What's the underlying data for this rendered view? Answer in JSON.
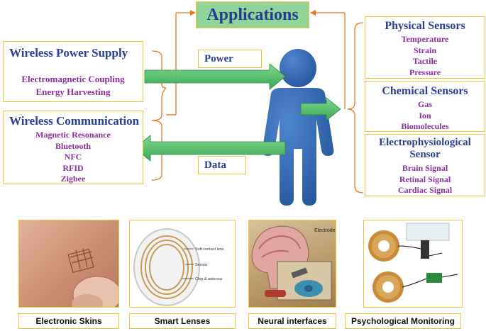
{
  "applications": "Applications",
  "wireless_power": {
    "title": "Wireless Power Supply",
    "items": [
      "Electromagnetic Coupling",
      "Energy Harvesting"
    ]
  },
  "wireless_comm": {
    "title": "Wireless Communication",
    "items": [
      "Magnetic Resonance",
      "Bluetooth",
      "NFC",
      "RFID",
      "Zigbee"
    ]
  },
  "power_label": "Power",
  "data_label": "Data",
  "physical_sensors": {
    "title": "Physical Sensors",
    "items": [
      "Temperature",
      "Strain",
      "Tactile",
      "Pressure"
    ]
  },
  "chemical_sensors": {
    "title": "Chemical Sensors",
    "items": [
      "Gas",
      "Ion",
      "Biomolecules"
    ]
  },
  "electrophysiological_sensor": {
    "title_line1": "Electrophysiological",
    "title_line2": "Sensor",
    "items": [
      "Brain Signal",
      "Retinal Signal",
      "Cardiac Signal"
    ]
  },
  "applications_examples": [
    {
      "caption": "Electronic Skins"
    },
    {
      "caption": "Smart Lenses",
      "labels": [
        "Soft contact lens",
        "Sensor",
        "Chip & antenna"
      ]
    },
    {
      "caption": "Neural interfaces",
      "labels": [
        "Electrode"
      ]
    },
    {
      "caption": "Psychological Monitoring"
    }
  ],
  "colors": {
    "box_border": "#f2c43c",
    "applications_fill": "#8fd59a",
    "arrow_green": "#5cc36e",
    "human_blue": "#2e63b0",
    "item_purple": "#8a2f9e",
    "title_blue": "#2a3f95",
    "bracket_orange": "#e8771e"
  }
}
